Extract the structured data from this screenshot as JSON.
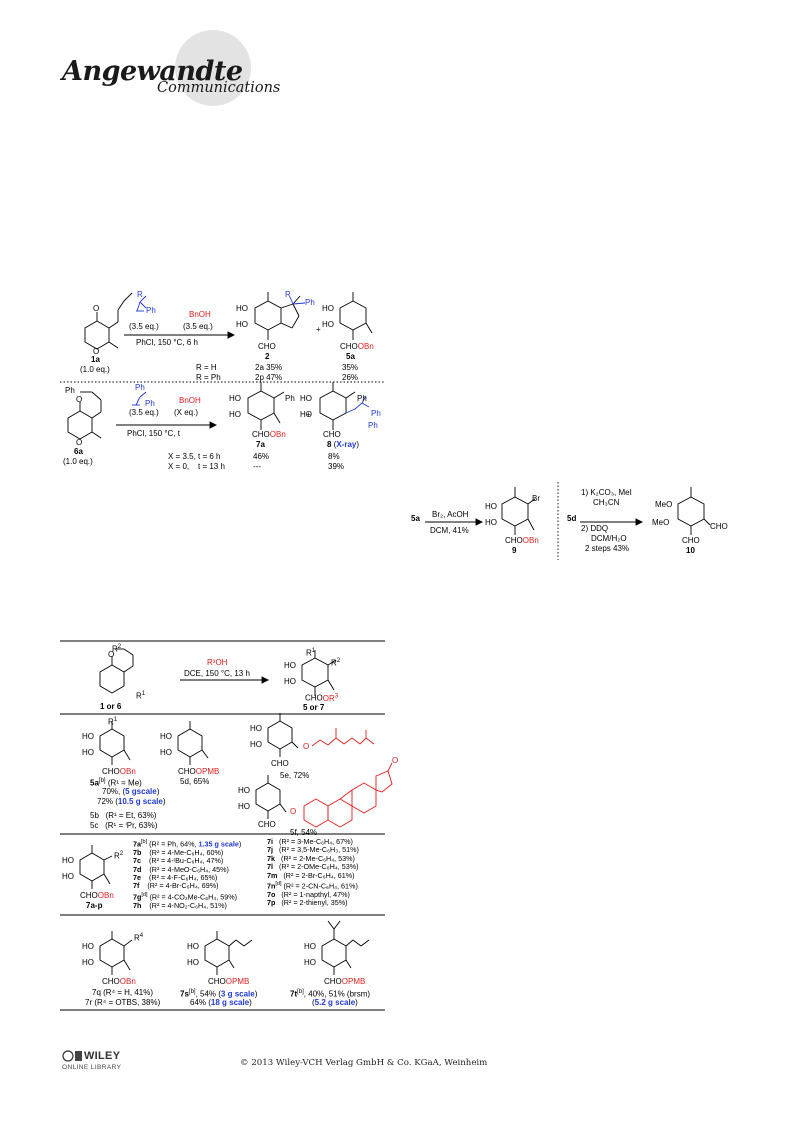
{
  "header": {
    "title": "Angewandte",
    "subtitle": "Communications"
  },
  "scheme_top": {
    "reagent_alkene_r": "R",
    "reagent_alkene_ph": "Ph",
    "r1": "(3.5 eq.)",
    "bnoh": "BnOH",
    "r2": "(3.5 eq.)",
    "cond": "PhCl, 150 °C, 6 h",
    "sm_label": "1a",
    "sm_eq": "(1.0 eq.)",
    "p2_label": "2",
    "p5a_label": "5a",
    "row1": [
      "R = H",
      "2a 35%",
      "35%"
    ],
    "row2": [
      "R = Ph",
      "2p 47%",
      "26%"
    ],
    "plus": "+"
  },
  "scheme_mid": {
    "sm_label": "6a",
    "sm_eq": "(1.0 eq.)",
    "sm_ph": "Ph",
    "r1": "(3.5 eq.)",
    "bnoh": "BnOH",
    "r2": "(X eq.)",
    "cond": "PhCl, 150 °C, t",
    "p7a_label": "7a",
    "p8_label": "8",
    "xray": "X-ray",
    "rowA": [
      "X = 3.5, t = 6 h",
      "46%",
      "8%"
    ],
    "rowB": [
      "X = 0,    t = 13 h",
      "---",
      "39%"
    ],
    "plus": "+"
  },
  "scheme_right": {
    "sm1": "5a",
    "cond1a": "Br₂, AcOH",
    "cond1b": "DCM, 41%",
    "p9": "9",
    "sm2": "5d",
    "cond2a": "1) K₂CO₃, MeI",
    "cond2b": "CH₃CN",
    "cond2c": "2) DDQ",
    "cond2d": "DCM/H₂O",
    "cond2e": "2 steps 43%",
    "p10": "10"
  },
  "scheme_bottom": {
    "reagent": "R³OH",
    "cond": "DCE, 150 °C, 13 h",
    "sm_label": "1 or 6",
    "p_label": "5 or 7",
    "p5a": [
      "70%, (",
      "5 gscale",
      ")"
    ],
    "p5a2": [
      "72% (",
      "10.5 g scale",
      ")"
    ],
    "p5a_head": "5a",
    "p5a_r1": "(R¹ = Me)",
    "p5b": "5b   (R¹ = Et, 63%)",
    "p5c": "5c   (R¹ = ⁱPr, 63%)",
    "p5d": "5d, 65%",
    "p5e": "5e, 72%",
    "p5f": "5f, 54%",
    "compounds_left": [
      [
        "7a",
        "(R² = Ph, 64%, ",
        "1.35 g scale",
        ")"
      ],
      [
        "7b",
        "(R² = 4-Me-C₆H₄, 60%)"
      ],
      [
        "7c",
        "(R² = 4-ᵗBu-C₆H₄, 47%)"
      ],
      [
        "7d",
        "(R² = 4-MeO-C₆H₄, 45%)"
      ],
      [
        "7e",
        "(R² = 4-F-C₆H₄, 65%)"
      ],
      [
        "7f",
        "(R² = 4-Br-C₆H₄, 69%)"
      ],
      [
        "7g",
        "(R² = 4-CO₂Me-C₆H₄, 59%)"
      ],
      [
        "7h",
        "(R² = 4-NO₂-C₆H₄, 51%)"
      ]
    ],
    "compounds_right": [
      [
        "7i",
        "(R² = 3-Me-C₆H₄, 67%)"
      ],
      [
        "7j",
        "(R² = 3,5-Me-C₆H₃, 51%)"
      ],
      [
        "7k",
        "(R² = 2-Me-C₆H₄, 53%)"
      ],
      [
        "7l",
        "(R² = 2-OMe-C₆H₄, 53%)"
      ],
      [
        "7m",
        "(R² = 2-Br-C₆H₄, 61%)"
      ],
      [
        "7n",
        "(R² = 2-CN-C₆H₄, 61%)"
      ],
      [
        "7o",
        "(R² = 1-napthyl, 47%)"
      ],
      [
        "7p",
        "(R² = 2-thienyl, 35%)"
      ]
    ],
    "label_7ap": "7a-p",
    "p7q": "7q (R⁴ = H, 41%)",
    "p7r": "7r (R⁴ = OTBS, 38%)",
    "p7s": [
      "7s",
      ", 54% (",
      "3 g scale",
      ")"
    ],
    "p7s2": [
      "64% (",
      "18 g scale",
      ")"
    ],
    "p7t": [
      "7t",
      ", 40%, 51% (brsm)"
    ],
    "p7t2": [
      "(",
      "5.2 g scale",
      ")"
    ]
  },
  "footer": {
    "wiley": "WILEY",
    "online": "ONLINE LIBRARY",
    "copyright": "© 2013 Wiley-VCH Verlag GmbH & Co. KGaA, Weinheim"
  },
  "colors": {
    "accent_red": "#e01e1e",
    "accent_blue": "#1f39d6"
  }
}
